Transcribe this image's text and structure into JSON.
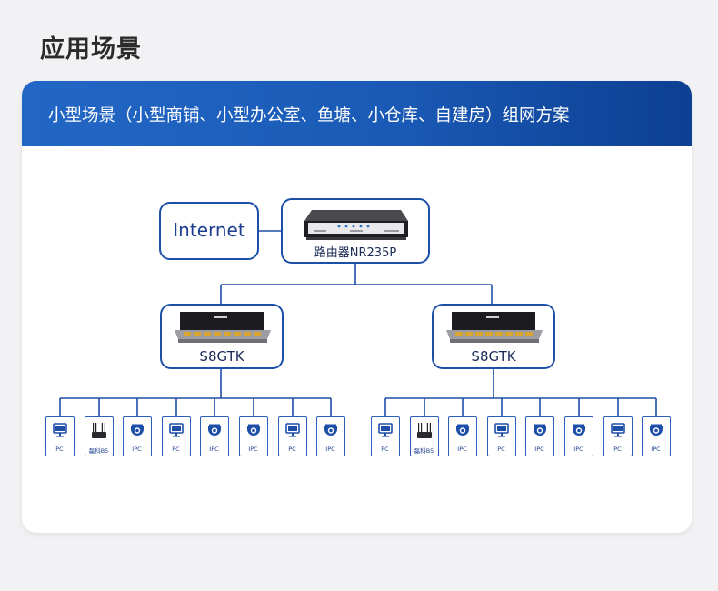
{
  "page_title": "应用场景",
  "card_header": "小型场景（小型商铺、小型办公室、鱼塘、小仓库、自建房）组网方案",
  "internet": {
    "label": "Internet"
  },
  "router": {
    "label": "路由器NR235P"
  },
  "switches": [
    {
      "label": "S8GTK"
    },
    {
      "label": "S8GTK"
    }
  ],
  "terminals_left": [
    {
      "label": "PC",
      "icon": "pc-monitor-icon"
    },
    {
      "label": "磊科B5",
      "icon": "wifi-router-icon"
    },
    {
      "label": "IPC",
      "icon": "ip-camera-icon"
    },
    {
      "label": "PC",
      "icon": "pc-monitor-icon"
    },
    {
      "label": "IPC",
      "icon": "ip-camera-icon"
    },
    {
      "label": "IPC",
      "icon": "ip-camera-icon"
    },
    {
      "label": "PC",
      "icon": "pc-monitor-icon"
    },
    {
      "label": "IPC",
      "icon": "ip-camera-icon"
    }
  ],
  "terminals_right": [
    {
      "label": "PC",
      "icon": "pc-monitor-icon"
    },
    {
      "label": "磊科B5",
      "icon": "wifi-router-icon"
    },
    {
      "label": "IPC",
      "icon": "ip-camera-icon"
    },
    {
      "label": "PC",
      "icon": "pc-monitor-icon"
    },
    {
      "label": "IPC",
      "icon": "ip-camera-icon"
    },
    {
      "label": "IPC",
      "icon": "ip-camera-icon"
    },
    {
      "label": "PC",
      "icon": "pc-monitor-icon"
    },
    {
      "label": "IPC",
      "icon": "ip-camera-icon"
    }
  ],
  "colors": {
    "header_blue": "#1a5ab6",
    "line_blue": "#1d4fa8",
    "label_blue": "#1d3f8f"
  }
}
